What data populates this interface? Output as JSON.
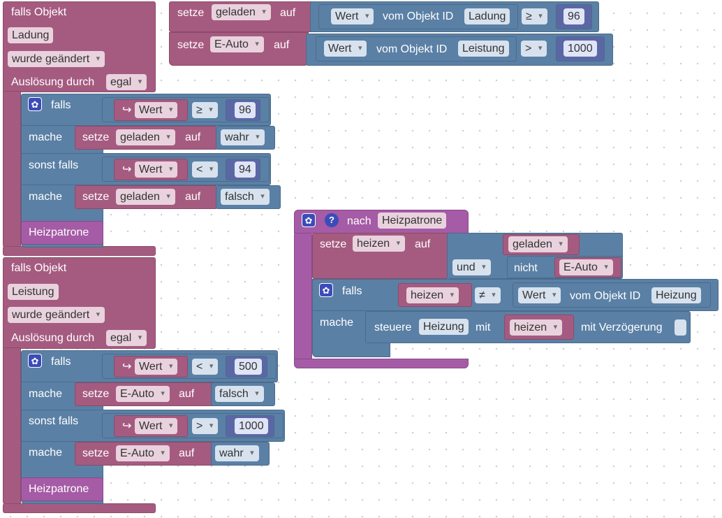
{
  "trigger1": {
    "header": "falls Objekt",
    "object": "Ladung",
    "condition": "wurde geändert",
    "trigger_label": "Auslösung durch",
    "trigger_value": "egal",
    "if_label": "falls",
    "do_label": "mache",
    "elseif_label": "sonst falls",
    "arrow": "↪",
    "value_label": "Wert",
    "cond1_op": "≥",
    "cond1_num": "96",
    "set_label": "setze",
    "on_label": "auf",
    "var_name": "geladen",
    "val1": "wahr",
    "cond2_op": "<",
    "cond2_num": "94",
    "val2": "falsch",
    "call": "Heizpatrone"
  },
  "trigger2": {
    "header": "falls Objekt",
    "object": "Leistung",
    "condition": "wurde geändert",
    "trigger_label": "Auslösung durch",
    "trigger_value": "egal",
    "if_label": "falls",
    "do_label": "mache",
    "elseif_label": "sonst falls",
    "arrow": "↪",
    "value_label": "Wert",
    "cond1_op": "<",
    "cond1_num": "500",
    "set_label": "setze",
    "on_label": "auf",
    "var_name": "E-Auto",
    "val1": "falsch",
    "cond2_op": ">",
    "cond2_num": "1000",
    "val2": "wahr",
    "call": "Heizpatrone"
  },
  "init": {
    "set_label": "setze",
    "on_label": "auf",
    "var1": "geladen",
    "value_label": "Wert",
    "of_object": "vom Objekt ID",
    "obj1": "Ladung",
    "op1": "≥",
    "num1": "96",
    "var2": "E-Auto",
    "obj2": "Leistung",
    "op2": ">",
    "num2": "1000"
  },
  "procedure": {
    "nach": "nach",
    "name": "Heizpatrone",
    "set_label": "setze",
    "var": "heizen",
    "on_label": "auf",
    "and_left": "geladen",
    "and_op": "und",
    "not_label": "nicht",
    "not_var": "E-Auto",
    "if_label": "falls",
    "cmp_left": "heizen",
    "cmp_op": "≠",
    "value_label": "Wert",
    "of_object": "vom Objekt ID",
    "obj": "Heizung",
    "do_label": "mache",
    "control_label": "steuere",
    "control_obj": "Heizung",
    "with_label": "mit",
    "with_var": "heizen",
    "delay_label": "mit Verzögerung"
  }
}
